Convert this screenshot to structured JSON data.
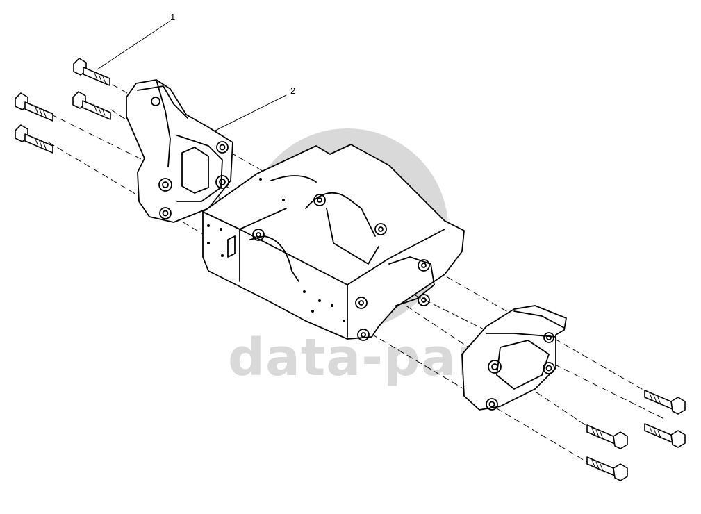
{
  "callouts": [
    {
      "label": "1"
    },
    {
      "label": "2"
    }
  ],
  "watermark": {
    "text": "data-parts",
    "color": "#d9d9d9"
  },
  "colors": {
    "line": "#000000",
    "background": "#ffffff",
    "watermark": "#d9d9d9"
  }
}
